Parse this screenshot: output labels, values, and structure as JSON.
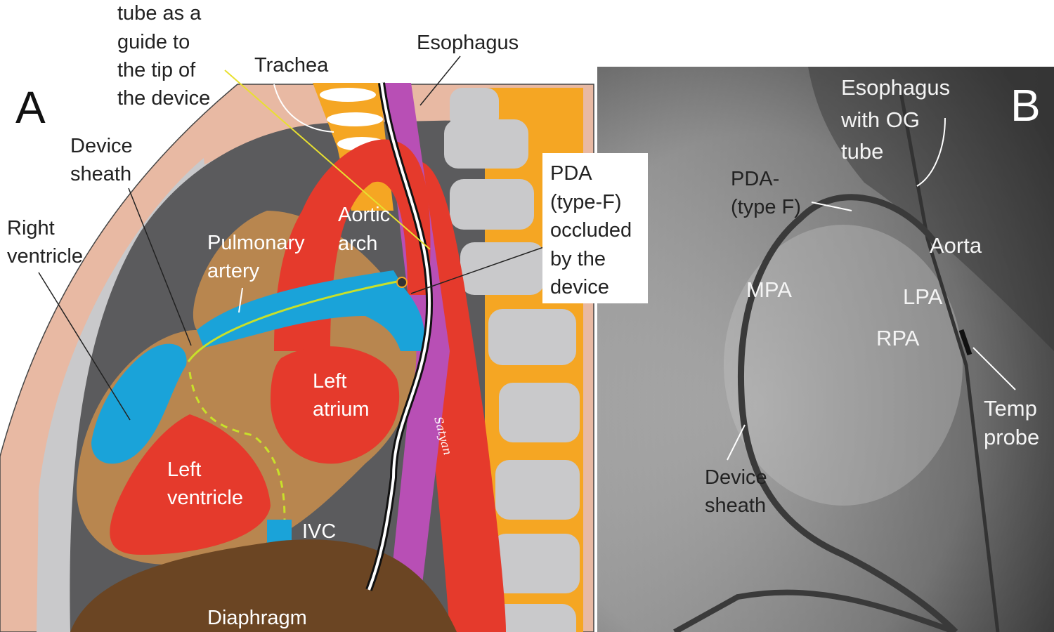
{
  "panel_a": {
    "letter": "A",
    "labels": {
      "og_tube": [
        "tube as a",
        "guide to",
        "the tip of",
        "the device"
      ],
      "trachea": "Trachea",
      "esophagus": "Esophagus",
      "device_sheath": [
        "Device",
        "sheath"
      ],
      "right_ventricle": [
        "Right",
        "ventricle"
      ],
      "pulmonary_artery": [
        "Pulmonary",
        "artery"
      ],
      "aortic_arch": [
        "Aortic",
        "arch"
      ],
      "pda": [
        "PDA",
        "(type-F)",
        "occluded",
        "by the",
        "device"
      ],
      "left_atrium": [
        "Left",
        "atrium"
      ],
      "left_ventricle": [
        "Left",
        "ventricle"
      ],
      "ivc": "IVC",
      "diaphragm": "Diaphragm"
    },
    "signature": "Satyan"
  },
  "panel_b": {
    "letter": "B",
    "labels": {
      "esophagus": [
        "Esophagus",
        "with OG",
        "tube"
      ],
      "pda": [
        "PDA-",
        "(type F)"
      ],
      "aorta": "Aorta",
      "mpa": "MPA",
      "lpa": "LPA",
      "rpa": "RPA",
      "temp_probe": [
        "Temp",
        "probe"
      ],
      "device_sheath": [
        "Device",
        "sheath"
      ]
    }
  },
  "colors": {
    "skin": "#e8b9a3",
    "thorax": "#5b5b5d",
    "bone": "#c9c9cb",
    "disc": "#f5a623",
    "heart_muscle": "#b8864f",
    "chamber": "#e53a2c",
    "venous": "#1aa3d9",
    "esophagus": "#b84fb5",
    "diaphragm": "#6b4523",
    "guide": "#c8e02a"
  }
}
